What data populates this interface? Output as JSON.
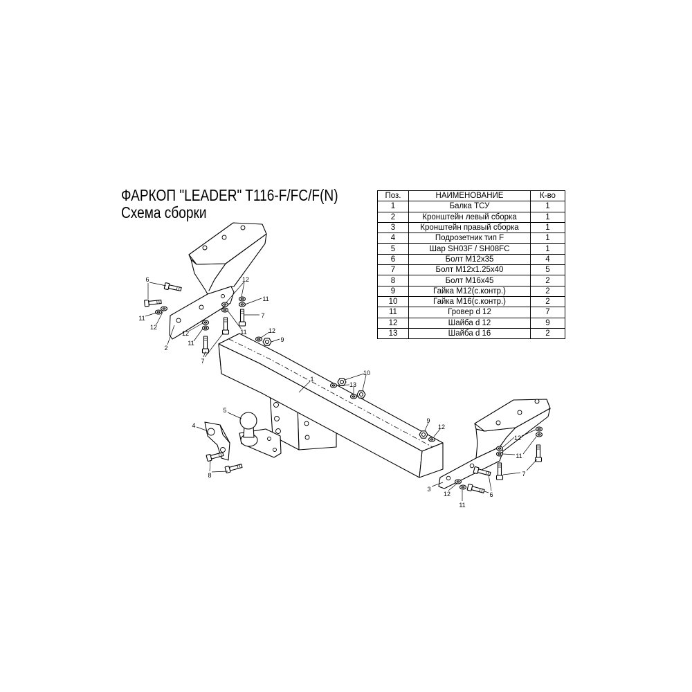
{
  "title": "ФАРКОП \"LEADER\" T116-F/FC/F(N)",
  "subtitle": "Схема сборки",
  "table": {
    "headers": [
      "Поз.",
      "НАИМЕНОВАНИЕ",
      "К-во"
    ],
    "rows": [
      {
        "pos": "1",
        "name": "Балка ТСУ",
        "qty": "1"
      },
      {
        "pos": "2",
        "name": "Кронштейн левый сборка",
        "qty": "1"
      },
      {
        "pos": "3",
        "name": "Кронштейн правый сборка",
        "qty": "1"
      },
      {
        "pos": "4",
        "name": "Подрозетник тип F",
        "qty": "1"
      },
      {
        "pos": "5",
        "name": "Шар SH03F / SH08FC",
        "qty": "1"
      },
      {
        "pos": "6",
        "name": "Болт M12x35",
        "qty": "4"
      },
      {
        "pos": "7",
        "name": "Болт M12x1.25x40",
        "qty": "5"
      },
      {
        "pos": "8",
        "name": "Болт M16x45",
        "qty": "2"
      },
      {
        "pos": "9",
        "name": "Гайка M12(с.контр.)",
        "qty": "2"
      },
      {
        "pos": "10",
        "name": "Гайка  M16(с.контр.)",
        "qty": "2"
      },
      {
        "pos": "11",
        "name": "Гровер d 12",
        "qty": "7"
      },
      {
        "pos": "12",
        "name": "Шайба d 12",
        "qty": "9"
      },
      {
        "pos": "13",
        "name": "Шайба d 16",
        "qty": "2"
      }
    ]
  },
  "callouts": [
    "6",
    "11",
    "12",
    "2",
    "12",
    "11",
    "7",
    "11",
    "12",
    "11",
    "7",
    "12",
    "9",
    "1",
    "10",
    "13",
    "5",
    "4",
    "8",
    "9",
    "12",
    "12",
    "11",
    "7",
    "3",
    "12",
    "11",
    "6"
  ]
}
